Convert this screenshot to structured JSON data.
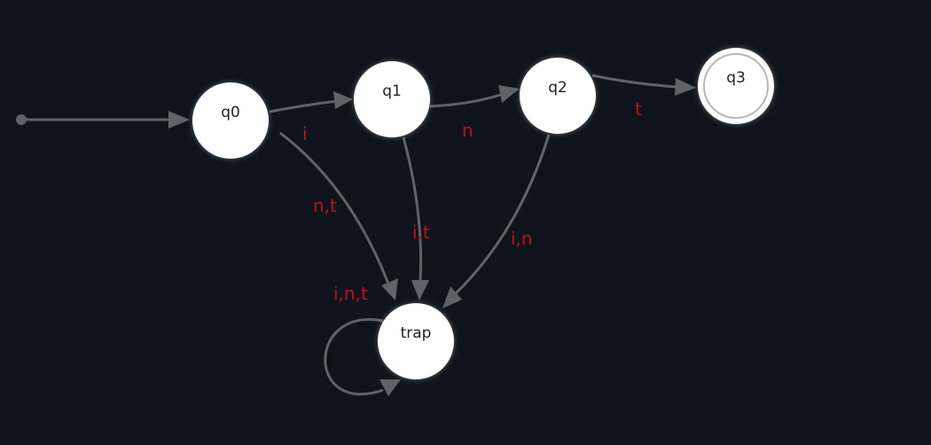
{
  "colors": {
    "background": "#0f141c",
    "edge": "#5f6266",
    "node_fill": "#ffffff",
    "node_text": "#222222",
    "edge_label": "#c0111c"
  },
  "nodes": {
    "q0": "q0",
    "q1": "q1",
    "q2": "q2",
    "q3": "q3",
    "trap": "trap"
  },
  "accepting_states": [
    "q3"
  ],
  "initial_state": "q0",
  "edges": {
    "q0_q1": "i",
    "q1_q2": "n",
    "q2_q3": "t",
    "q0_trap": "n,t",
    "q1_trap": "i,t",
    "q2_trap": "i,n",
    "trap_trap": "i,n,t"
  }
}
